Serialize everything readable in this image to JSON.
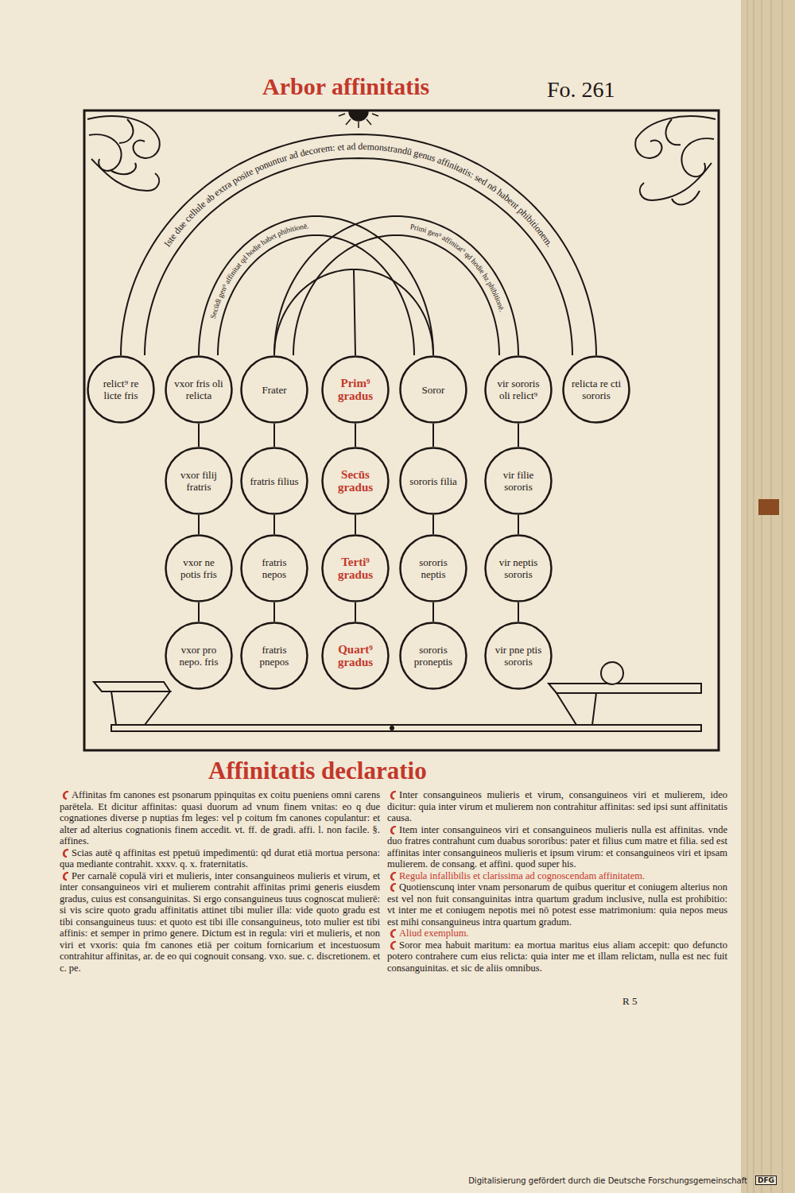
{
  "diagram": {
    "title": "Arbor affinitatis",
    "nodes": [
      {
        "text": [
          "relict⁹ re licte fris"
        ]
      },
      {
        "text": [
          "vxor fris oli relicta"
        ]
      },
      {
        "text": [
          "Frater"
        ]
      },
      {
        "text": [
          "Prim⁹ gradus"
        ]
      },
      {
        "text": [
          "Soror"
        ]
      },
      {
        "text": [
          "vir sororis oli relict⁹"
        ]
      },
      {
        "text": [
          "relicta re cti sororis"
        ]
      },
      {
        "text": [
          "vxor filij fratris"
        ]
      },
      {
        "text": [
          "fratris filius"
        ]
      },
      {
        "text": [
          "Secūs gradus"
        ]
      },
      {
        "text": [
          "sororis filia"
        ]
      },
      {
        "text": [
          "vir filie sororis"
        ]
      },
      {
        "text": [
          "vxor ne potis fris"
        ]
      },
      {
        "text": [
          "fratris nepos"
        ]
      },
      {
        "text": [
          "Terti⁹ gradus"
        ]
      },
      {
        "text": [
          "sororis neptis"
        ]
      },
      {
        "text": [
          "vir neptis sororis"
        ]
      },
      {
        "text": [
          "vxor pro nepo. fris"
        ]
      },
      {
        "text": [
          "fratris pnepos"
        ]
      },
      {
        "text": [
          "Quart⁹ gradus"
        ]
      },
      {
        "text": [
          "sororis proneptis"
        ]
      },
      {
        "text": [
          "vir pne ptis sororis"
        ]
      }
    ],
    "edges": [
      {
        "from": 0,
        "to": 6,
        "arrow": "none",
        "label": "Iste due cellule ab extra posite ponuntur ad decorem: et ad demonstrandū genus affinitatis: sed nō habent phibitionem."
      },
      {
        "from": 1,
        "to": 4,
        "arrow": "none",
        "label": "Secūdi gen⁹ affinitat qd hodie habet phibitionē."
      },
      {
        "from": 2,
        "to": 5,
        "arrow": "none",
        "label": "Primi gen⁹ affinitat⁹ qd hodie hz phibitionē."
      },
      {
        "from": 2,
        "to": 4,
        "arrow": "none"
      },
      {
        "from": 1,
        "to": 7,
        "arrow": "none"
      },
      {
        "from": 7,
        "to": 12,
        "arrow": "none"
      },
      {
        "from": 12,
        "to": 17,
        "arrow": "none"
      },
      {
        "from": 2,
        "to": 8,
        "arrow": "none"
      },
      {
        "from": 8,
        "to": 13,
        "arrow": "none"
      },
      {
        "from": 13,
        "to": 18,
        "arrow": "none"
      },
      {
        "from": 3,
        "to": 9,
        "arrow": "none"
      },
      {
        "from": 9,
        "to": 14,
        "arrow": "none"
      },
      {
        "from": 14,
        "to": 19,
        "arrow": "none"
      },
      {
        "from": 4,
        "to": 10,
        "arrow": "none"
      },
      {
        "from": 10,
        "to": 15,
        "arrow": "none"
      },
      {
        "from": 15,
        "to": 20,
        "arrow": "none"
      },
      {
        "from": 5,
        "to": 11,
        "arrow": "none"
      },
      {
        "from": 11,
        "to": 16,
        "arrow": "none"
      },
      {
        "from": 16,
        "to": 21,
        "arrow": "none"
      }
    ],
    "labels": [
      "Fo. 261",
      "Affinitatis declaratio",
      "Affinitas fm canones est psonarum ppinquitas ex coitu pueniens omni carens parētela. Et dicitur affinitas: quasi duorum ad vnum finem vnitas: eo q due cognationes diverse p nuptias fm leges: vel p coitum fm canones copulantur: et alter ad alterius cognationis finem accedit. vt. ff. de gradi. affi. l. non facile. §. affines.",
      "Scias autē q affinitas est ppetuū impedimentū: qd durat etiā mortua persona: qua mediante contrahit. xxxv. q. x. fraternitatis.",
      "Per carnalē copulā viri et mulieris, inter consanguineos mulieris et virum, et inter consanguineos viri et mulierem contrahit affinitas primi generis eiusdem gradus, cuius est consanguinitas. Si ergo consanguineus tuus cognoscat mulierē: si vis scire quoto gradu affinitatis attinet tibi mulier illa: vide quoto gradu est tibi consanguineus tuus: et quoto est tibi ille consanguineus, toto mulier est tibi affinis: et semper in primo genere. Dictum est in regula: viri et mulieris, et non viri et vxoris: quia fm canones etiā per coitum fornicarium et incestuosum contrahitur affinitas, ar. de eo qui cognouit consang. vxo. sue. c. discretionem. et c. pe.",
      "Inter consanguineos mulieris et virum, consanguineos viri et mulierem, ideo dicitur: quia inter virum et mulierem non contrahitur affinitas: sed ipsi sunt affinitatis causa.",
      "Item inter consanguineos viri et consanguineos mulieris nulla est affinitas. vnde duo fratres contrahunt cum duabus sororibus: pater et filius cum matre et filia. sed est affinitas inter consanguineos mulieris et ipsum virum: et consanguineos viri et ipsam mulierem. de consang. et affini. quod super his.",
      "Regula infallibilis et clarissima ad cognoscendam affinitatem.",
      "Quotienscunq inter vnam personarum de quibus queritur et coniugem alterius non est vel non fuit consanguinitas intra quartum gradum inclusive, nulla est prohibitio: vt inter me et coniugem nepotis mei nō potest esse matrimonium: quia nepos meus est mihi consanguineus intra quartum gradum.",
      "Aliud exemplum.",
      "Soror mea habuit maritum: ea mortua maritus eius aliam accepit: quo defuncto potero contrahere cum eius relicta: quia inter me et illam relictam, nulla est nec fuit consanguinitas. et sic de aliis omnibus.",
      "R 5",
      "Digitalisierung gefördert durch die Deutsche Forschungsgemeinschaft",
      "DFG"
    ]
  }
}
